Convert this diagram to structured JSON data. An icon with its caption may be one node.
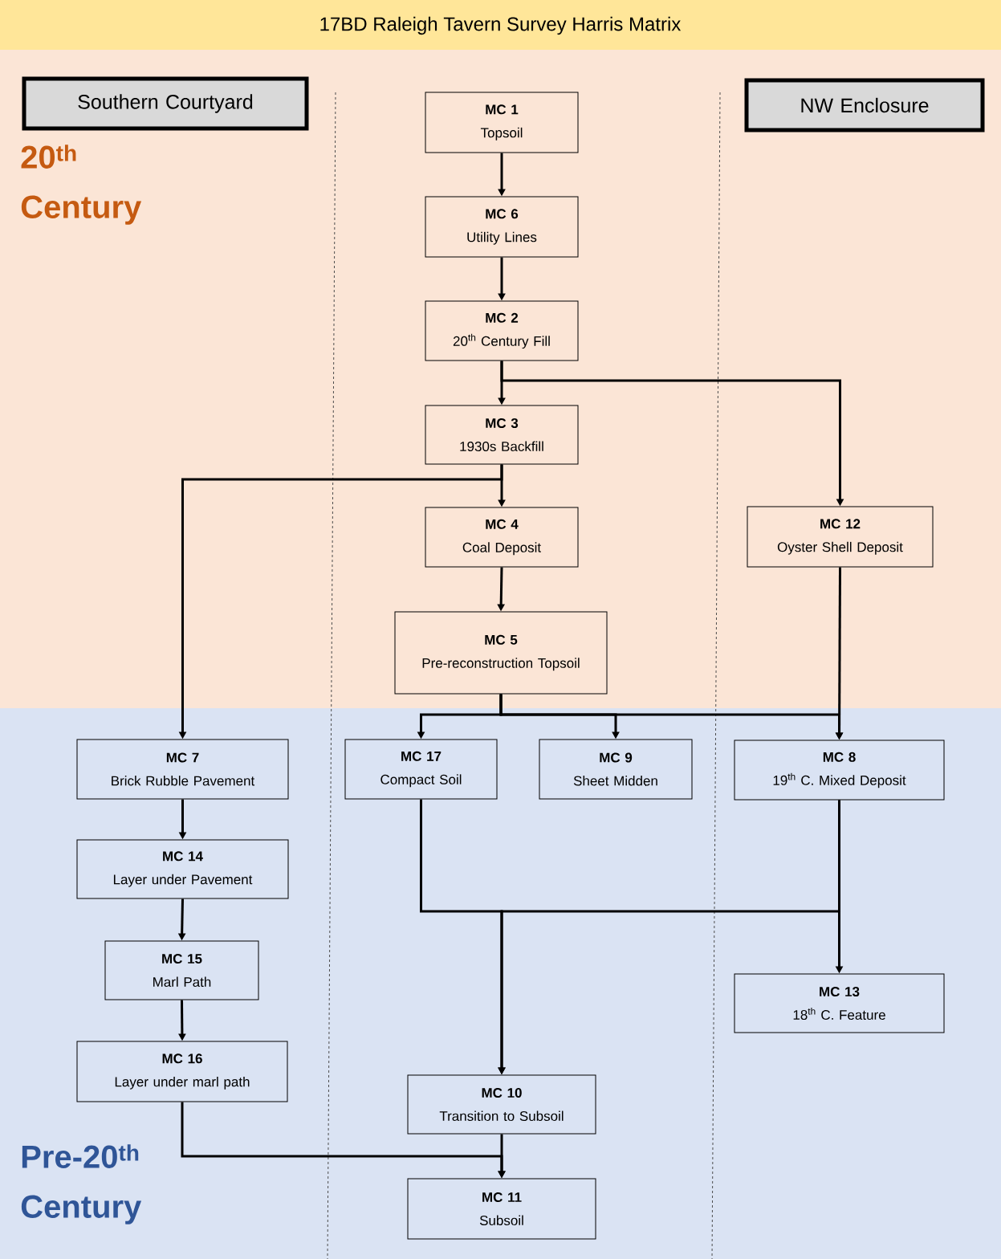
{
  "diagram": {
    "title": "17BD Raleigh Tavern Survey Harris Matrix",
    "nodes": [
      {
        "text": [
          "Southern Courtyard"
        ]
      },
      {
        "text": [
          "MC 1",
          "Topsoil"
        ]
      },
      {
        "text": [
          "NW Enclosure"
        ]
      },
      {
        "text": [
          "MC 6",
          "Utility Lines"
        ]
      },
      {
        "text": [
          "MC 2",
          "20$^{th}$ Century Fill"
        ]
      },
      {
        "text": [
          "MC 3",
          "1930s Backfill"
        ]
      },
      {
        "text": [
          "MC 4",
          "Coal Deposit"
        ]
      },
      {
        "text": [
          "MC 12",
          "Oyster Shell Deposit"
        ]
      },
      {
        "text": [
          "MC 5",
          "Pre-reconstruction Topsoil"
        ]
      },
      {
        "text": [
          "MC 7",
          "Brick Rubble Pavement"
        ]
      },
      {
        "text": [
          "MC 17",
          "Compact Soil"
        ]
      },
      {
        "text": [
          "MC 9",
          "Sheet Midden"
        ]
      },
      {
        "text": [
          "MC 8",
          "19$^{th}$ C. Mixed Deposit"
        ]
      },
      {
        "text": [
          "MC 14",
          "Layer under Pavement"
        ]
      },
      {
        "text": [
          "MC 15",
          "Marl Path"
        ]
      },
      {
        "text": [
          "MC 13",
          "18$^{th}$ C. Feature"
        ]
      },
      {
        "text": [
          "MC 16",
          "Layer under marl path"
        ]
      },
      {
        "text": [
          "MC 10",
          "Transition to Subsoil"
        ]
      },
      {
        "text": [
          "MC 11",
          "Subsoil"
        ]
      }
    ],
    "edges": [
      {
        "from": 1,
        "to": 3,
        "arrow": "to"
      },
      {
        "from": 3,
        "to": 4,
        "arrow": "to"
      },
      {
        "from": 4,
        "to": 5,
        "arrow": "to"
      },
      {
        "from": 4,
        "to": 7,
        "arrow": "to"
      },
      {
        "from": 5,
        "to": 6,
        "arrow": "to"
      },
      {
        "from": 5,
        "to": 9,
        "arrow": "to"
      },
      {
        "from": 6,
        "to": 8,
        "arrow": "to"
      },
      {
        "from": 8,
        "to": 10,
        "arrow": "to"
      },
      {
        "from": 8,
        "to": 11,
        "arrow": "to"
      },
      {
        "from": 8,
        "to": 12,
        "arrow": "to"
      },
      {
        "from": 7,
        "to": 12,
        "arrow": "to"
      },
      {
        "from": 9,
        "to": 13,
        "arrow": "to"
      },
      {
        "from": 13,
        "to": 14,
        "arrow": "to"
      },
      {
        "from": 14,
        "to": 16,
        "arrow": "to"
      },
      {
        "from": 10,
        "to": 17,
        "arrow": "to"
      },
      {
        "from": 12,
        "to": 17,
        "arrow": "to"
      },
      {
        "from": 12,
        "to": 15,
        "arrow": "to"
      },
      {
        "from": 16,
        "to": 18,
        "arrow": "to"
      },
      {
        "from": 17,
        "to": 18,
        "arrow": "to"
      }
    ],
    "labels": [
      "20$^{th}$ Century",
      "Pre-20$^{th}$ Century"
    ]
  }
}
